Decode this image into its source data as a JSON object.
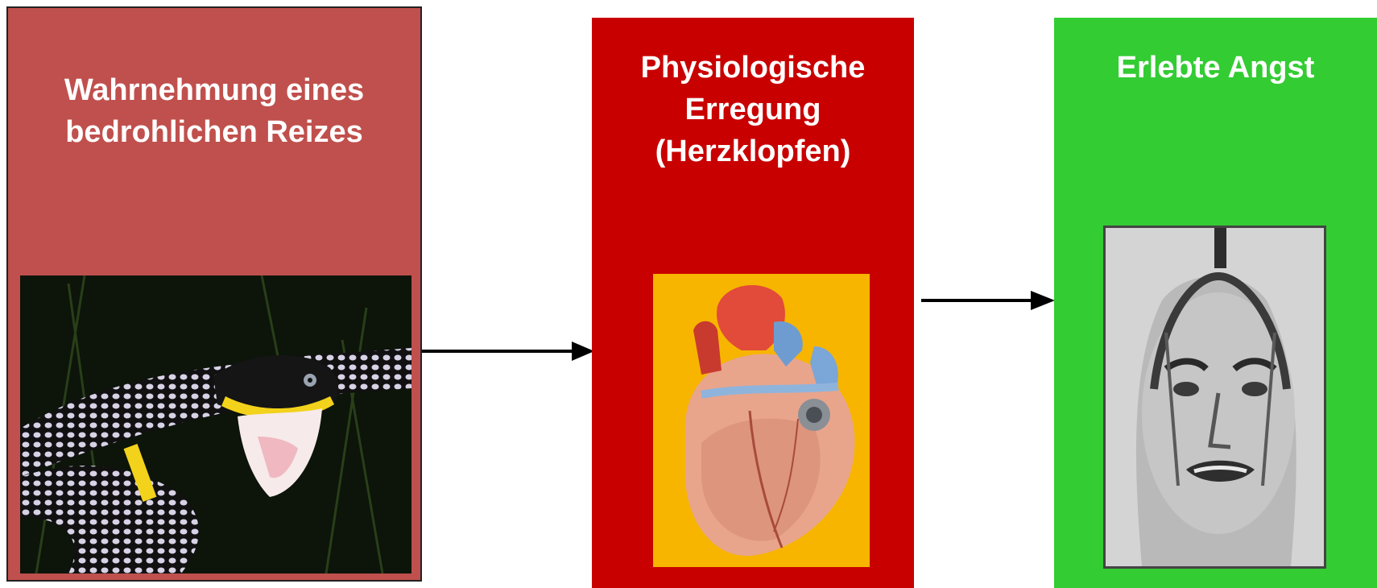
{
  "colors": {
    "box1_fill": "#c0504d",
    "box2_fill": "#c80000",
    "box3_fill": "#33cc33",
    "arrow": "#000000"
  },
  "boxes": [
    {
      "title_lines": [
        "Wahrnehmung eines",
        "bedrohlichen Reizes"
      ],
      "image": "snake-photo"
    },
    {
      "title_lines": [
        "Physiologische",
        "Erregung",
        "(Herzklopfen)"
      ],
      "image": "heart-illustration"
    },
    {
      "title_lines": [
        "Erlebte Angst"
      ],
      "image": "fearful-face-photo"
    }
  ],
  "arrows": [
    "arrow-right-icon",
    "arrow-right-icon"
  ]
}
